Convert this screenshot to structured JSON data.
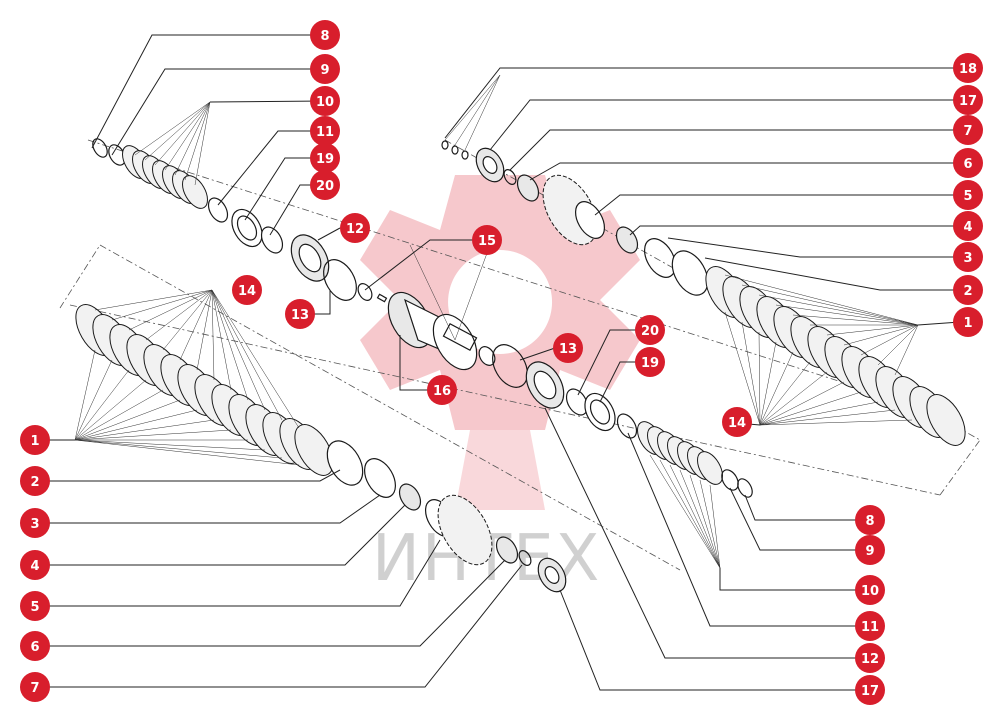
{
  "watermark": {
    "text": "ИНТЕХ",
    "color": "#d0d0d0",
    "logo_color": "#f6c8cc"
  },
  "callout_color": "#d81e2c",
  "callouts": {
    "c8_top": "8",
    "c9_top": "9",
    "c10_top": "10",
    "c11_top": "11",
    "c19_top": "19",
    "c20_top": "20",
    "c12_top": "12",
    "c14_left": "14",
    "c13_left": "13",
    "c15": "15",
    "c16": "16",
    "c13_mid": "13",
    "c20_mid": "20",
    "c19_mid": "19",
    "c14_right": "14",
    "c18_r": "18",
    "c17_r": "17",
    "c7_r": "7",
    "c6_r": "6",
    "c5_r": "5",
    "c4_r": "4",
    "c3_r": "3",
    "c2_r": "2",
    "c1_r": "1",
    "c1_l": "1",
    "c2_l": "2",
    "c3_l": "3",
    "c4_l": "4",
    "c5_l": "5",
    "c6_l": "6",
    "c7_l": "7",
    "c8_b": "8",
    "c9_b": "9",
    "c10_b": "10",
    "c11_b": "11",
    "c12_b": "12",
    "c17_b": "17"
  }
}
